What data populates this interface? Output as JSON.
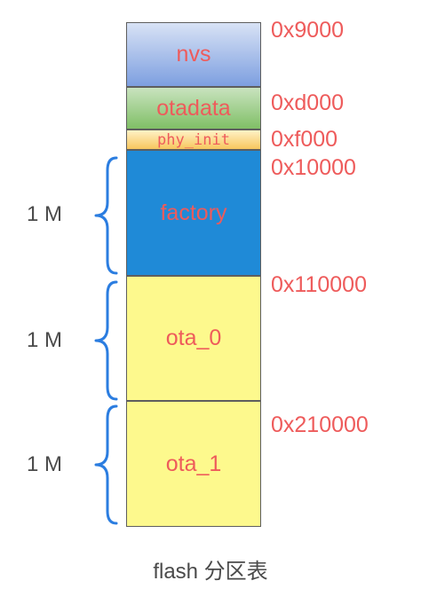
{
  "partitions": [
    {
      "id": "nvs",
      "label": "nvs"
    },
    {
      "id": "otadata",
      "label": "otadata"
    },
    {
      "id": "phy_init",
      "label": "phy_init"
    },
    {
      "id": "factory",
      "label": "factory"
    },
    {
      "id": "ota_0",
      "label": "ota_0"
    },
    {
      "id": "ota_1",
      "label": "ota_1"
    }
  ],
  "addresses": [
    "0x9000",
    "0xd000",
    "0xf000",
    "0x10000",
    "0x110000",
    "0x210000"
  ],
  "sizes": [
    "1 M",
    "1 M",
    "1 M"
  ],
  "caption": "flash 分区表",
  "colors": {
    "label_text": "#ee5b5b",
    "brace": "#2b7de0",
    "nvs": "#7d9fe0",
    "otadata": "#80bf66",
    "phy_init": "#f7c65e",
    "factory": "#1f8ad7",
    "ota": "#fdf98d"
  }
}
